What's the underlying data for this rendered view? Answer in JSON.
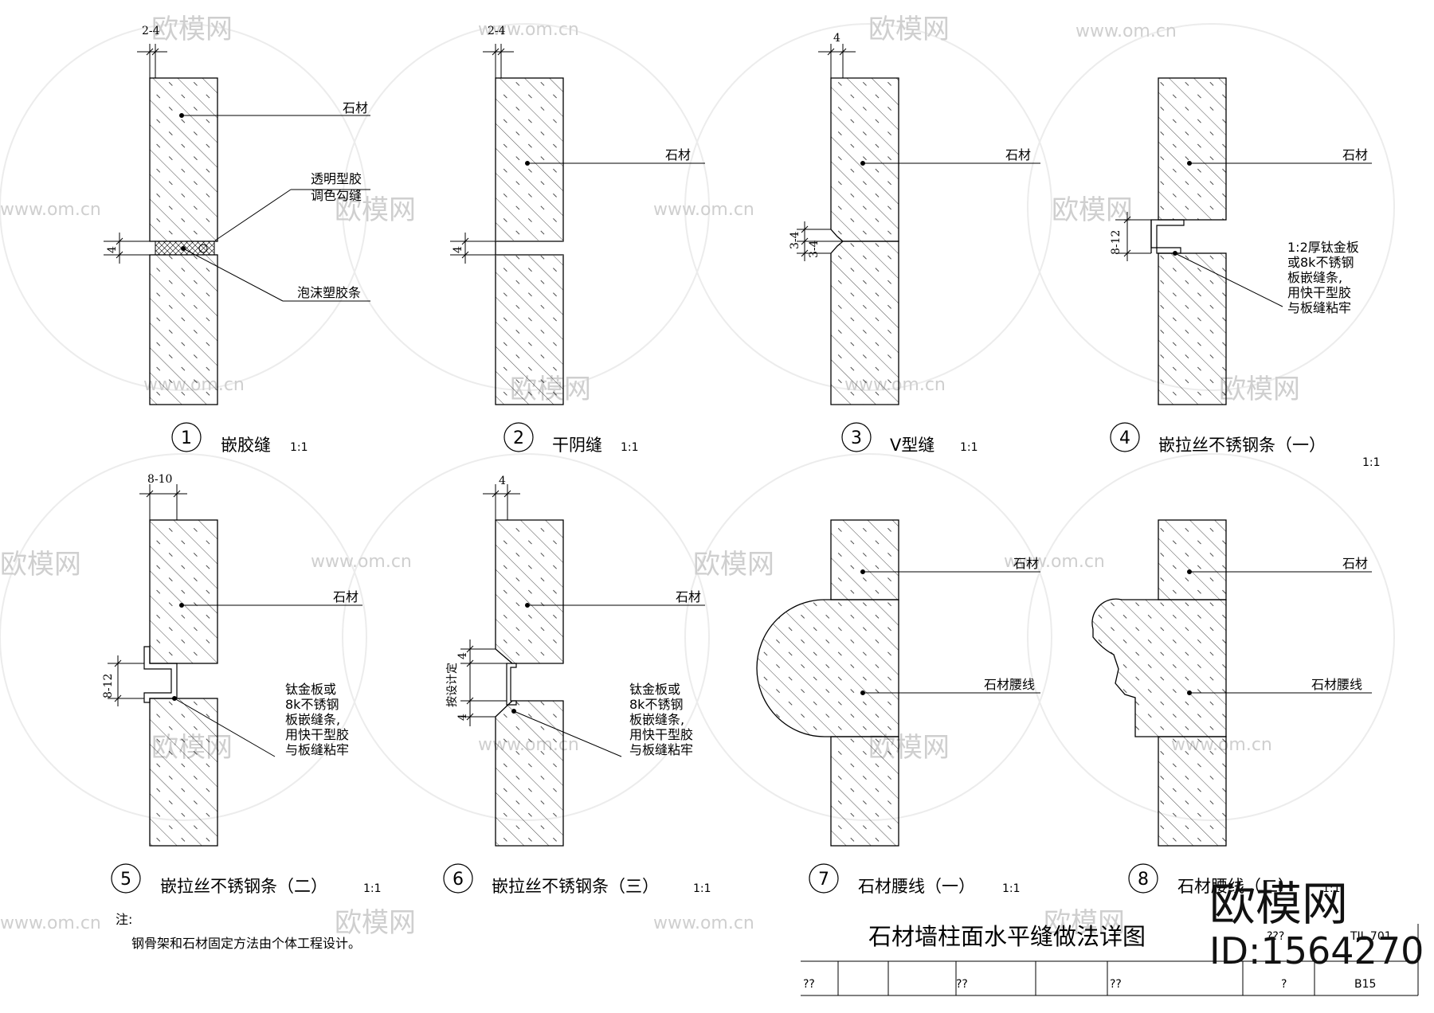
{
  "sheet_title": "石材墙柱面水平缝做法详图",
  "note": {
    "heading": "注:",
    "text": "钢骨架和石材固定方法由个体工程设计。"
  },
  "details": [
    {
      "no": "1",
      "title": "嵌胶缝",
      "scale": "1:1",
      "dim_top": "2-4",
      "dim_joint": "4",
      "labels": {
        "stone": "石材",
        "sealant_1": "透明型胶",
        "sealant_2": "调色勾缝",
        "foam": "泡沫塑胶条"
      }
    },
    {
      "no": "2",
      "title": "干阴缝",
      "scale": "1:1",
      "dim_top": "2-4",
      "dim_joint": "4",
      "labels": {
        "stone": "石材"
      }
    },
    {
      "no": "3",
      "title": "V型缝",
      "scale": "1:1",
      "dim_top": "4",
      "dim_joint_a": "3-4",
      "dim_joint_b": "3-4",
      "labels": {
        "stone": "石材"
      }
    },
    {
      "no": "4",
      "title": "嵌拉丝不锈钢条（一）",
      "scale": "1:1",
      "dim_joint": "8-12",
      "labels": {
        "stone": "石材",
        "strip": [
          "1:2厚钛金板",
          "或8k不锈钢",
          "板嵌缝条,",
          "用快干型胶",
          "与板缝粘牢"
        ]
      }
    },
    {
      "no": "5",
      "title": "嵌拉丝不锈钢条（二）",
      "scale": "1:1",
      "dim_top": "8-10",
      "dim_joint": "8-12",
      "labels": {
        "stone": "石材",
        "strip": [
          "钛金板或",
          "8k不锈钢",
          "板嵌缝条,",
          "用快干型胶",
          "与板缝粘牢"
        ]
      }
    },
    {
      "no": "6",
      "title": "嵌拉丝不锈钢条（三）",
      "scale": "1:1",
      "dim_top": "4",
      "dim_joint": "按设计定",
      "dim_a": "4",
      "dim_b": "4",
      "labels": {
        "stone": "石材",
        "strip": [
          "钛金板或",
          "8k不锈钢",
          "板嵌缝条,",
          "用快干型胶",
          "与板缝粘牢"
        ]
      }
    },
    {
      "no": "7",
      "title": "石材腰线（一）",
      "scale": "1:1",
      "labels": {
        "stone": "石材",
        "band": "石材腰线"
      }
    },
    {
      "no": "8",
      "title": "石材腰线（二）",
      "scale": "1:1",
      "labels": {
        "stone": "石材",
        "band": "石材腰线"
      }
    }
  ],
  "title_block": {
    "cells": [
      "??",
      "??",
      "??",
      "?",
      "B15"
    ],
    "code": "TJL 701",
    "code2": "???"
  },
  "watermark": {
    "brand": "欧模网",
    "url": "www.om.cn",
    "id": "ID:1564270"
  }
}
